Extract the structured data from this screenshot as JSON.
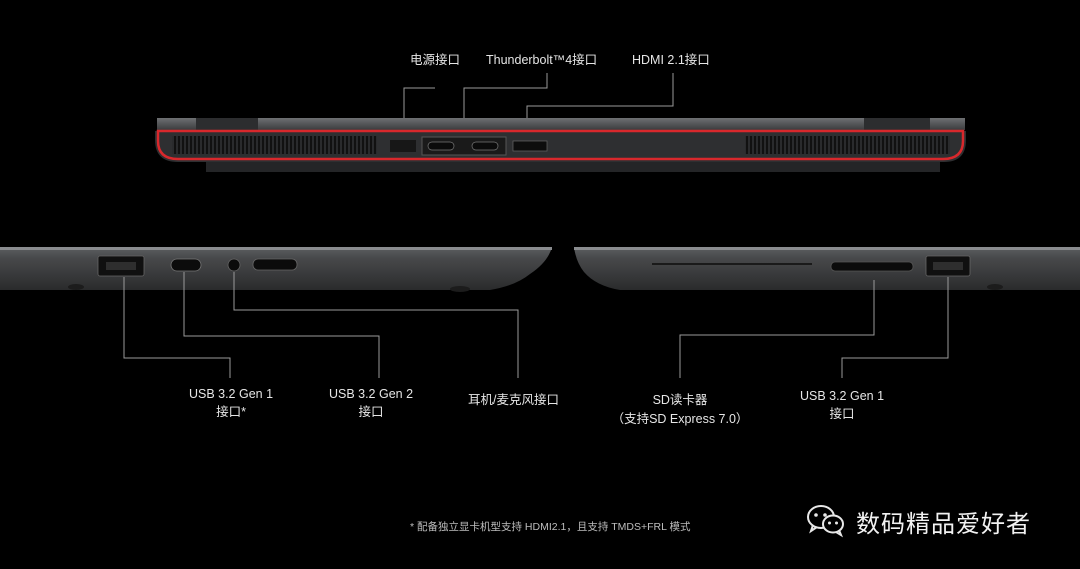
{
  "top_labels": {
    "power": "电源接口",
    "thunderbolt": "Thunderbolt™4接口",
    "hdmi": "HDMI 2.1接口"
  },
  "bottom_labels": {
    "usb_gen1_left_line1": "USB 3.2 Gen 1",
    "usb_gen1_left_line2": "接口*",
    "usb_gen2_line1": "USB 3.2 Gen 2",
    "usb_gen2_line2": "接口",
    "audio": "耳机/麦克风接口",
    "sd_line1": "SD读卡器",
    "sd_line2": "（支持SD Express 7.0）",
    "usb_gen1_right_line1": "USB 3.2 Gen 1",
    "usb_gen1_right_line2": "接口"
  },
  "footnote": "* 配备独立显卡机型支持 HDMI2.1，且支持 TMDS+FRL 模式",
  "brand": {
    "name": "数码精品爱好者",
    "icon": "wechat-icon"
  },
  "colors": {
    "background": "#000000",
    "accent": "#d8282c",
    "chassis": "#3a3b3d"
  }
}
